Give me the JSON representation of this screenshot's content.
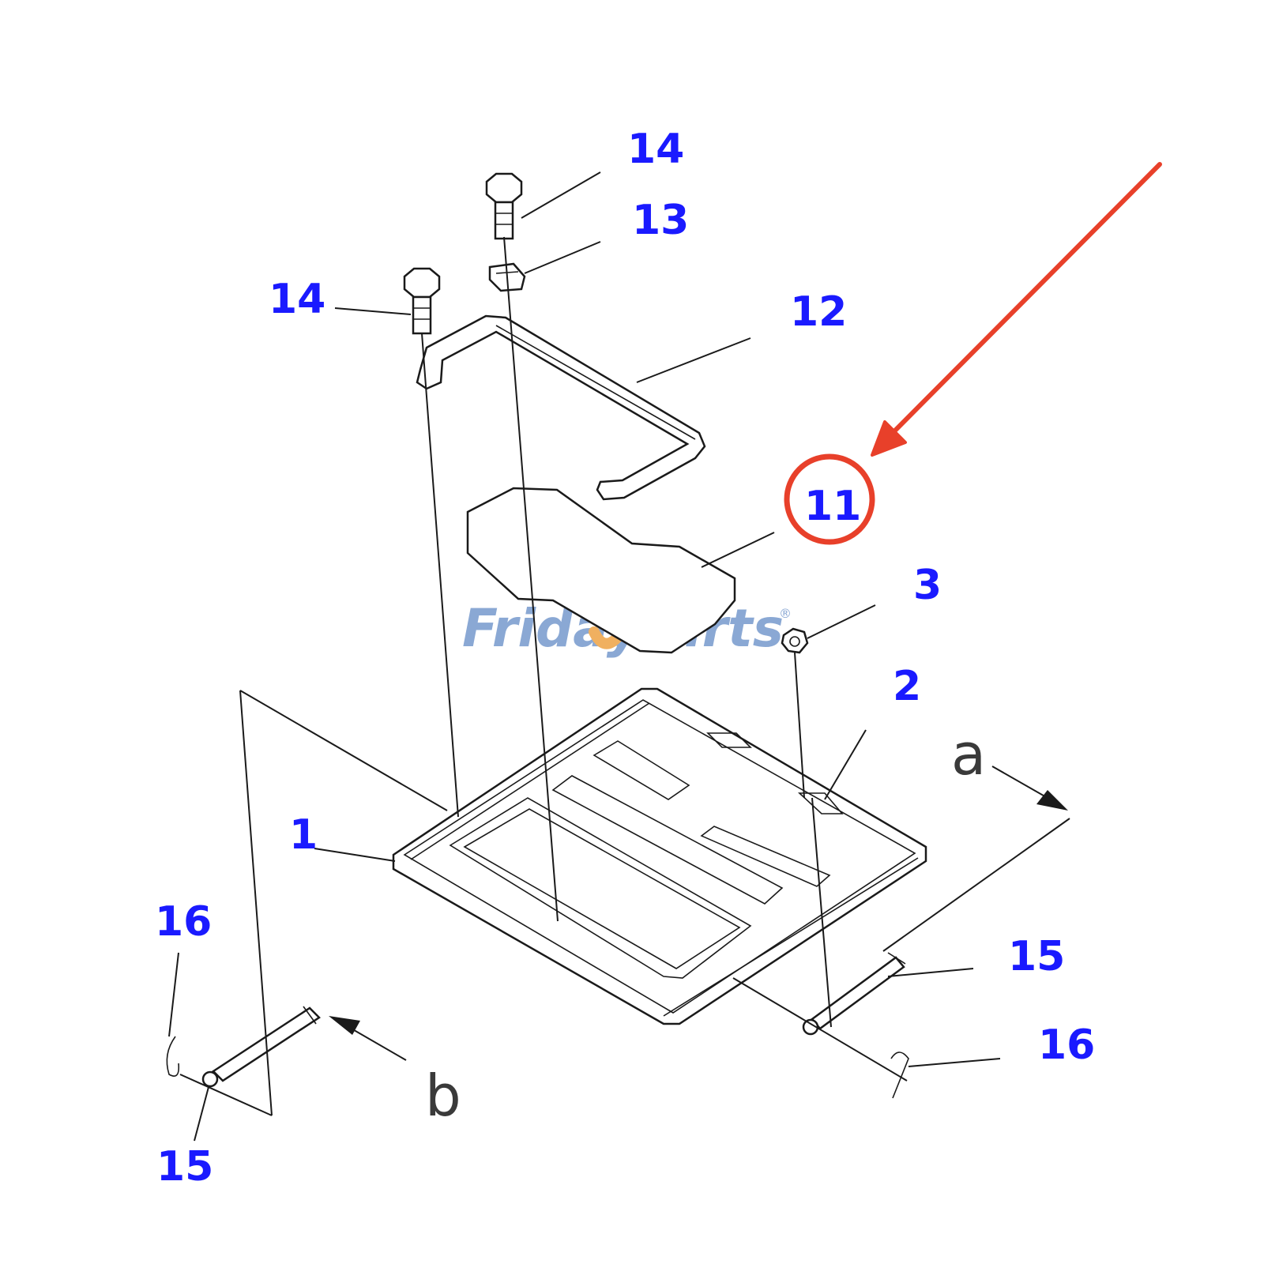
{
  "colors": {
    "callout": "#1a1aff",
    "highlight": "#e8402a",
    "watermark_blue": "#8aa8d4",
    "watermark_orange": "#f0b060",
    "line": "#1a1a1a"
  },
  "watermark": {
    "left": "Friday",
    "right": "Parts",
    "mark": "®"
  },
  "view_markers": {
    "a": "a",
    "b": "b"
  },
  "callouts": {
    "c14_top": "14",
    "c13": "13",
    "c14_left": "14",
    "c12": "12",
    "c11": "11",
    "c3": "3",
    "c2": "2",
    "c1": "1",
    "c16_left": "16",
    "c15_right": "15",
    "c16_right": "16",
    "c15_left": "15"
  },
  "highlight": {
    "target_callout": "11",
    "shape": "circle-with-arrow"
  }
}
